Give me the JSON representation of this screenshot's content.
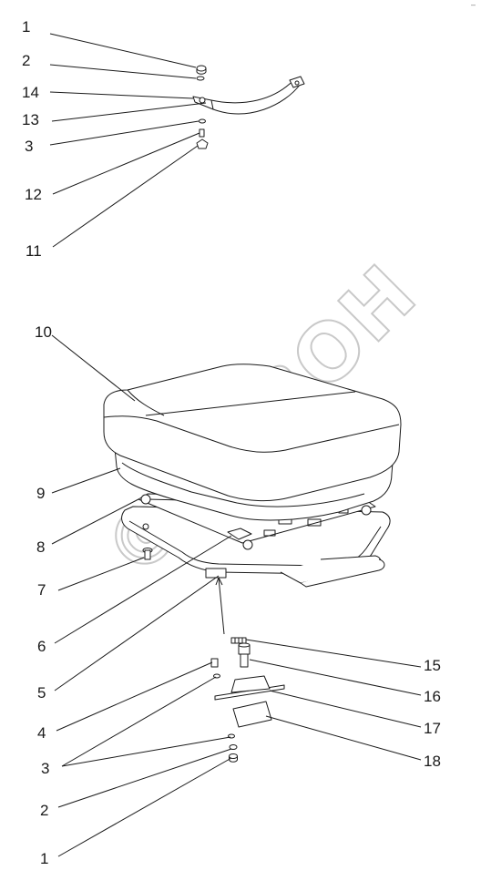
{
  "watermark": {
    "text": "©БИЗОН"
  },
  "corner_mark": "–",
  "labels": [
    {
      "id": "l1-top",
      "text": "1"
    },
    {
      "id": "l2-top",
      "text": "2"
    },
    {
      "id": "l14",
      "text": "14"
    },
    {
      "id": "l13",
      "text": "13"
    },
    {
      "id": "l3-top",
      "text": "3"
    },
    {
      "id": "l12",
      "text": "12"
    },
    {
      "id": "l11",
      "text": "11"
    },
    {
      "id": "l10",
      "text": "10"
    },
    {
      "id": "l9",
      "text": "9"
    },
    {
      "id": "l8",
      "text": "8"
    },
    {
      "id": "l7",
      "text": "7"
    },
    {
      "id": "l6",
      "text": "6"
    },
    {
      "id": "l5",
      "text": "5"
    },
    {
      "id": "l4",
      "text": "4"
    },
    {
      "id": "l3-bottom",
      "text": "3"
    },
    {
      "id": "l2-bottom",
      "text": "2"
    },
    {
      "id": "l1-bottom",
      "text": "1"
    },
    {
      "id": "l15",
      "text": "15"
    },
    {
      "id": "l16",
      "text": "16"
    },
    {
      "id": "l17",
      "text": "17"
    },
    {
      "id": "l18",
      "text": "18"
    }
  ]
}
